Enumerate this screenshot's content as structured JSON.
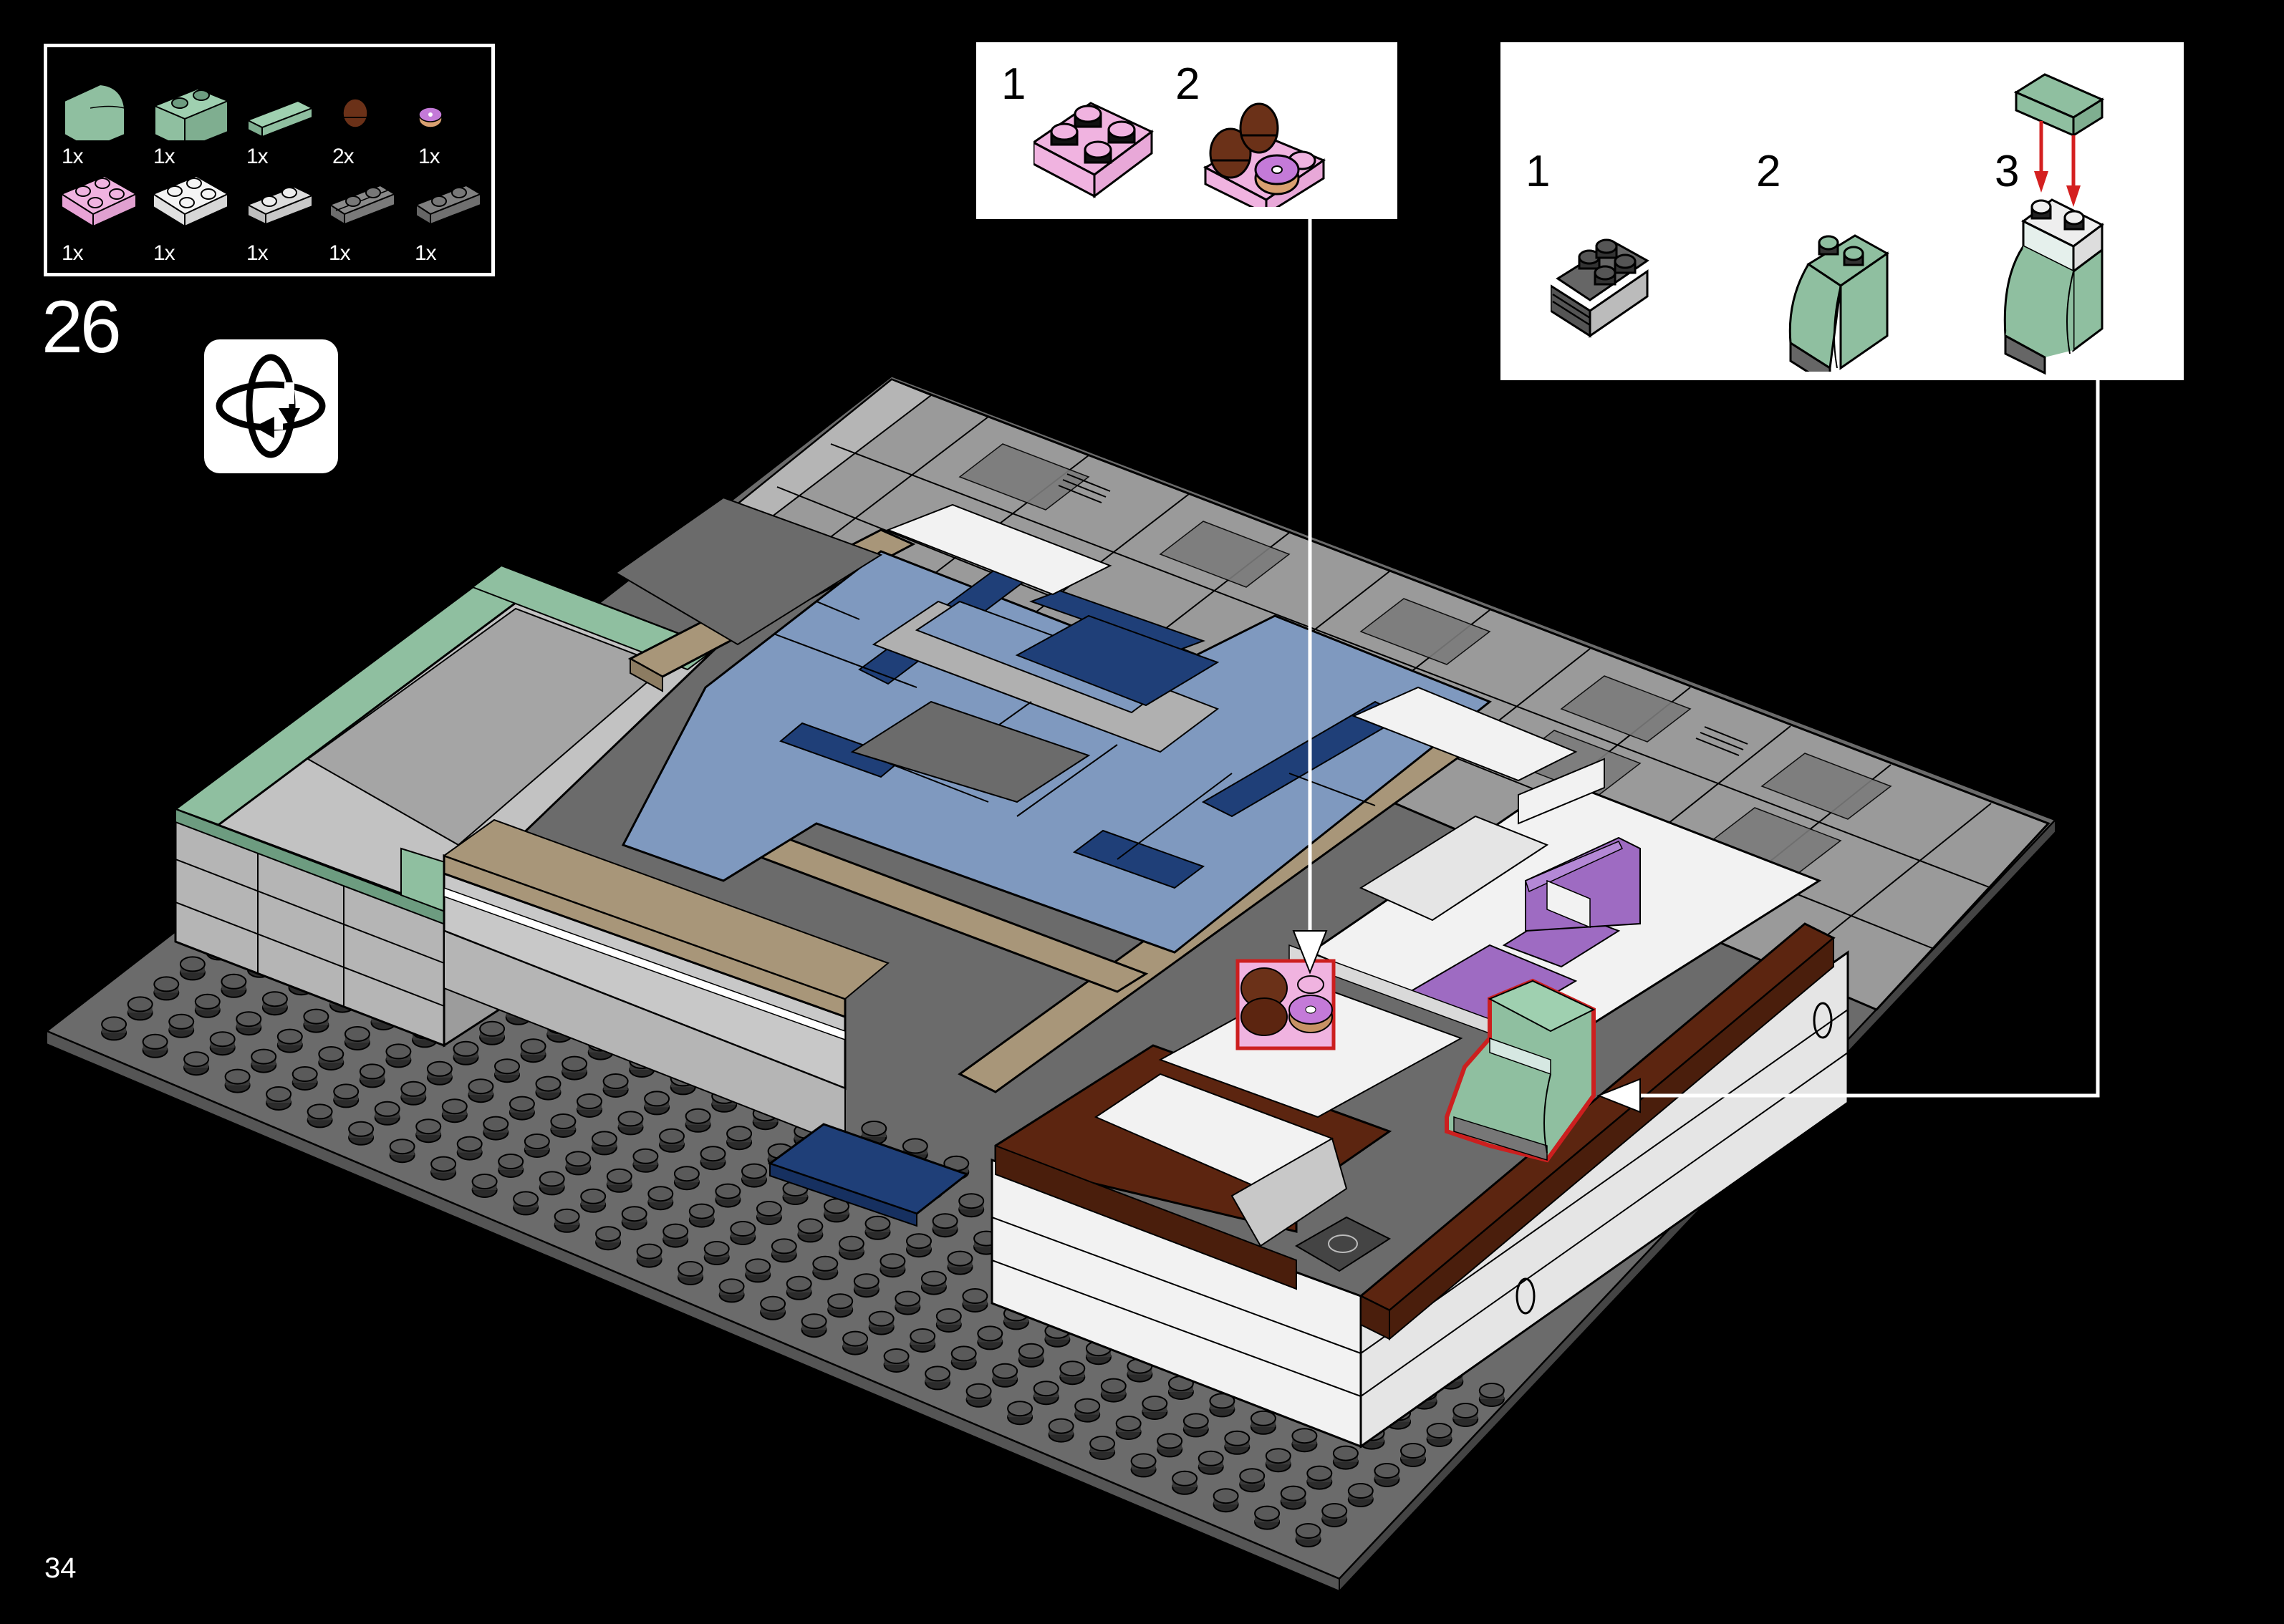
{
  "page": {
    "step_number": "26",
    "page_number": "34",
    "rotate_icon": "rotate-model-icon"
  },
  "parts_list": {
    "items": [
      {
        "name": "sand-green-curved-slope",
        "color": "#8fbfa0",
        "qty": "1x"
      },
      {
        "name": "sand-green-brick-1x2",
        "color": "#8fbfa0",
        "qty": "1x"
      },
      {
        "name": "sand-green-tile-1x2",
        "color": "#8fbfa0",
        "qty": "1x"
      },
      {
        "name": "reddish-brown-cupcake",
        "color": "#6b3118",
        "qty": "2x"
      },
      {
        "name": "pink-donut",
        "color": "#d69be0",
        "qty": "1x"
      },
      {
        "name": "bright-pink-plate-2x2",
        "color": "#f0b3e0",
        "qty": "1x"
      },
      {
        "name": "white-plate-2x2",
        "color": "#f2f2f2",
        "qty": "1x"
      },
      {
        "name": "trans-clear-plate-1x2",
        "color": "#d9d9d9",
        "qty": "1x"
      },
      {
        "name": "dark-grey-grille-plate-1x2",
        "color": "#7a7a7a",
        "qty": "1x"
      },
      {
        "name": "dark-grey-plate-1x2",
        "color": "#6e6e6e",
        "qty": "1x"
      }
    ]
  },
  "callouts": [
    {
      "id": "pastry-tray",
      "substeps": [
        {
          "label": "1",
          "description": "pink 2x2 plate"
        },
        {
          "label": "2",
          "description": "plate with 2 cupcakes and donut"
        }
      ]
    },
    {
      "id": "espresso-machine",
      "substeps": [
        {
          "label": "1",
          "description": "dark grey grille plate base"
        },
        {
          "label": "2",
          "description": "sand green curved slope and brick added"
        },
        {
          "label": "3",
          "description": "trans-clear plate and sand green tile added"
        }
      ]
    }
  ],
  "colors": {
    "background": "#000000",
    "highlight_outline": "#cc1f1f",
    "arrow_red": "#d42020",
    "baseplate": "#6b6b6b",
    "light_grey": "#a8a8a8",
    "dark_grey": "#7a7a7a",
    "tan": "#a89679",
    "sand_blue": "#7f99bf",
    "dark_blue": "#1f3f78",
    "sand_green": "#8fbfa0",
    "white": "#f2f2f2",
    "reddish_brown": "#5c2510",
    "lavender": "#9e6bc2",
    "pink": "#f0b3e0"
  }
}
